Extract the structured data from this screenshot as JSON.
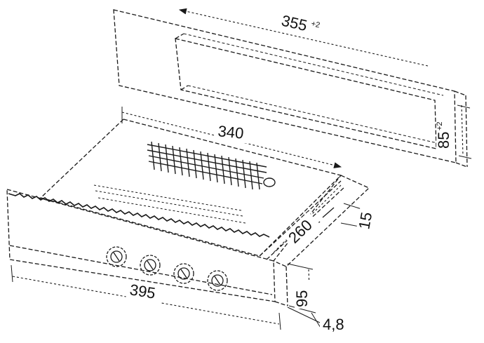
{
  "dimensions": {
    "cutout_width": "355",
    "cutout_width_tol": "+2",
    "cutout_height": "85",
    "cutout_height_tol": "+2",
    "top_width": "340",
    "depth": "260",
    "front_offset": "15",
    "height": "95",
    "front_width": "395",
    "panel_thickness": "4,8"
  },
  "colors": {
    "line": "#1a1a1a",
    "background": "#ffffff"
  }
}
